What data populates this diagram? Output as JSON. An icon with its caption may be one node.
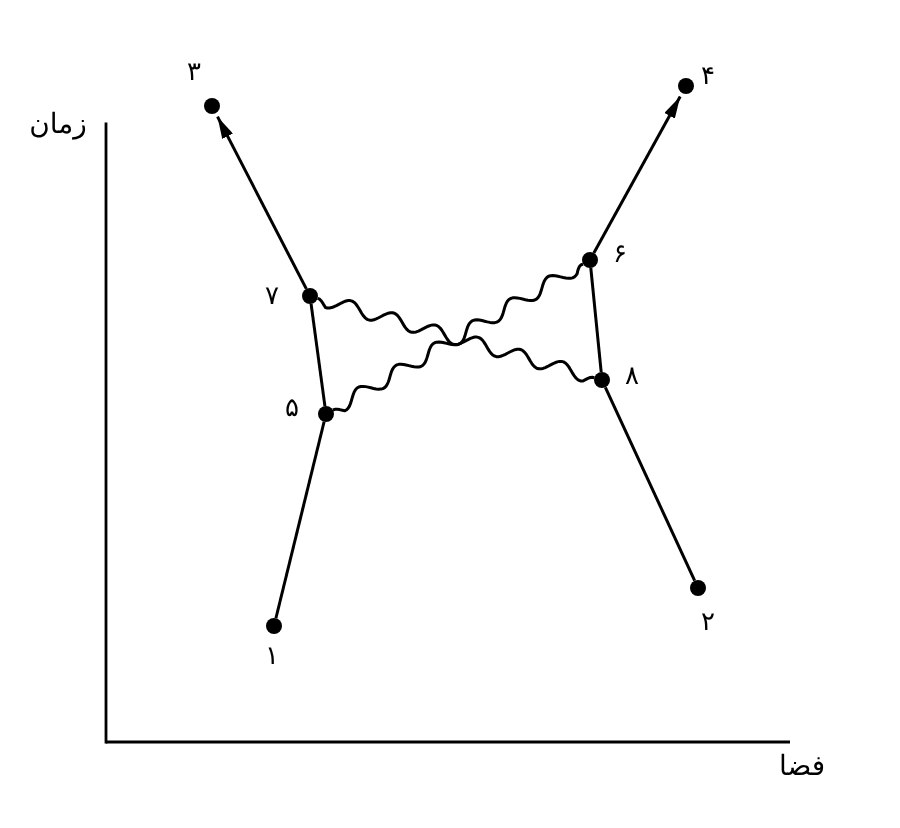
{
  "diagram": {
    "nodes": [
      {
        "text": [],
        "shape": "circle",
        "beside": [
          "۱"
        ]
      },
      {
        "text": [],
        "shape": "circle",
        "beside": [
          "۲"
        ]
      },
      {
        "text": [],
        "shape": "circle",
        "beside": [
          "۳"
        ]
      },
      {
        "text": [],
        "shape": "circle",
        "beside": [
          "۴"
        ]
      },
      {
        "text": [],
        "shape": "circle",
        "beside": [
          "۵"
        ]
      },
      {
        "text": [],
        "shape": "circle",
        "beside": [
          "۶"
        ]
      },
      {
        "text": [],
        "shape": "circle",
        "beside": [
          "۷"
        ]
      },
      {
        "text": [],
        "shape": "circle",
        "beside": [
          "۸"
        ]
      }
    ],
    "edges": [
      {
        "from": 0,
        "to": 4,
        "arrow": "none"
      },
      {
        "from": 4,
        "to": 6,
        "arrow": "none"
      },
      {
        "from": 6,
        "to": 2,
        "arrow": "to"
      },
      {
        "from": 1,
        "to": 7,
        "arrow": "none"
      },
      {
        "from": 7,
        "to": 5,
        "arrow": "none"
      },
      {
        "from": 5,
        "to": 3,
        "arrow": "to"
      },
      {
        "from": 6,
        "to": 7,
        "arrow": "none"
      },
      {
        "from": 4,
        "to": 5,
        "arrow": "none"
      }
    ],
    "labels": [
      "زمان",
      "فضا"
    ]
  }
}
